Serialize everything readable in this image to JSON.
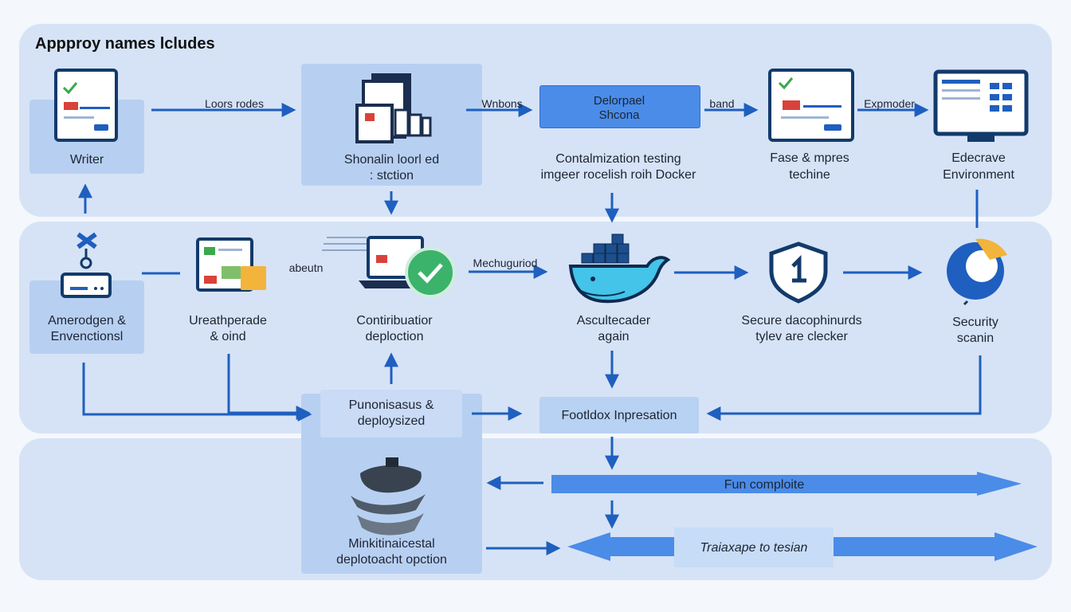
{
  "title": "Appproy names lcludes",
  "nodes": {
    "writer": "Writer",
    "shonalin_line1": "Shonalin loorl ed",
    "shonalin_line2": ": stction",
    "deployment_line1": "Delorpael",
    "deployment_line2": "Shcona",
    "contain_line1": "Contalmization testing",
    "contain_line2": "imgeer rocelish roih Docker",
    "fase_line1": "Fase & mpres",
    "fase_line2": "techine",
    "edecrave_line1": "Edecrave",
    "edecrave_line2": "Environment",
    "amerodgen_line1": "Amerodgen &",
    "amerodgen_line2": "Envenctionsl",
    "ureath_line1": "Ureathperade",
    "ureath_line2": "& oind",
    "continuation_line1": "Contiribuatior",
    "continuation_line2": "deploction",
    "ascultecader_line1": "Ascultecader",
    "ascultecader_line2": "again",
    "secure_line1": "Secure dacophinurds",
    "secure_line2": "tylev are clecker",
    "security_line1": "Security",
    "security_line2": "scanin",
    "punon_line1": "Punonisasus &",
    "punon_line2": "deploysized",
    "footldox": "Footldox Inpresation",
    "minkitin_line1": "Minkitinaicestal",
    "minkitin_line2": "deplotoacht opction",
    "fun_complete": "Fun comploite",
    "traiaxape": "Traiaxape to tesian"
  },
  "edge_labels": {
    "loors_rodes": "Loors rodes",
    "wnbons": "Wnbons",
    "band": "band",
    "expmoder": "Expmoder",
    "abeutn": "abeutn",
    "mechugurlod": "Mechuguriod"
  },
  "colors": {
    "panel": "#d6e3f6",
    "box": "#b7d0f2",
    "arrow": "#1f5fbf",
    "pill": "#4a8ce8"
  }
}
